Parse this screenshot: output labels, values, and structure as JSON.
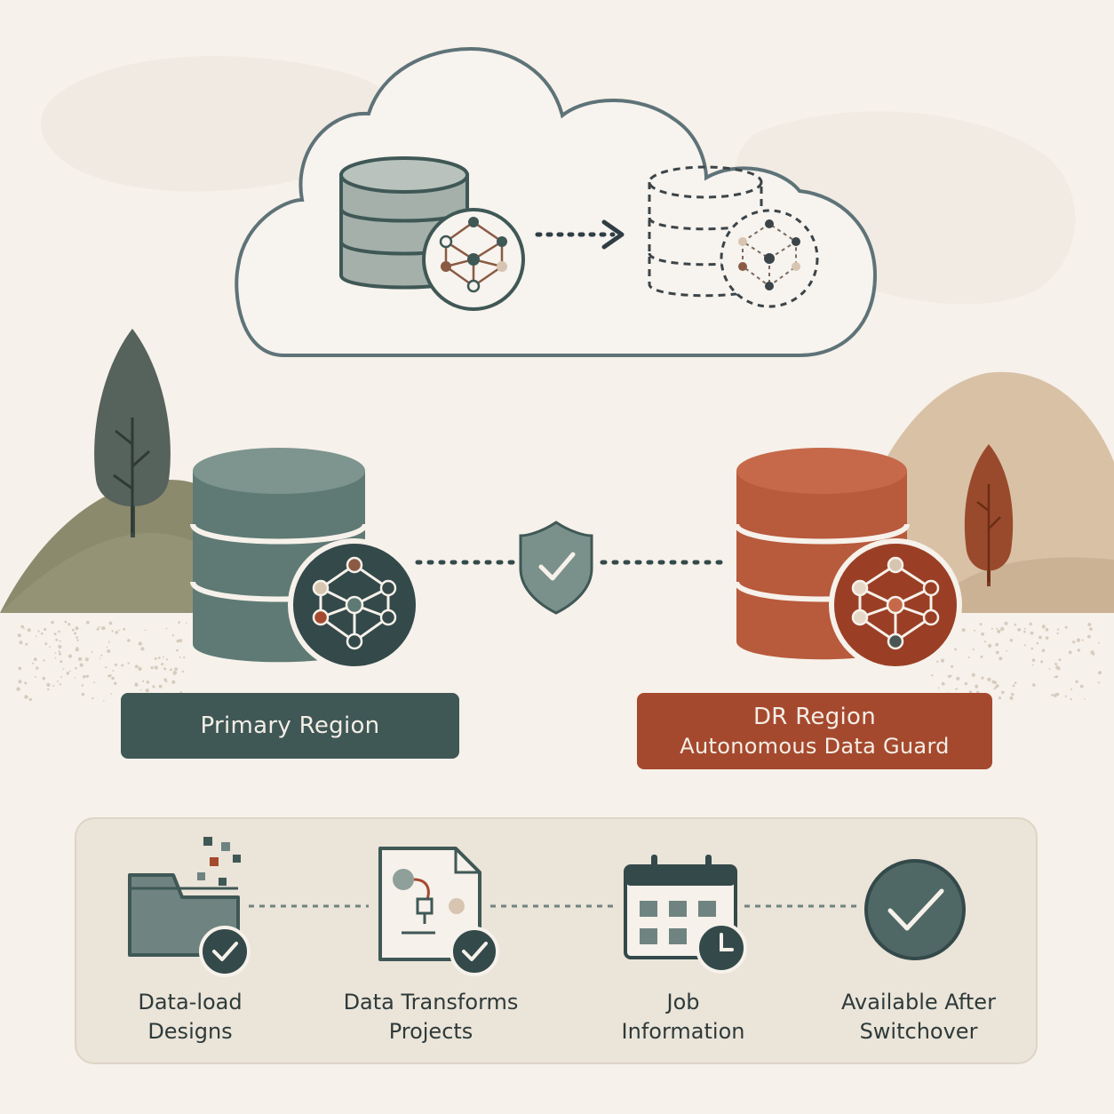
{
  "diagram": {
    "primary": {
      "label": "Primary Region"
    },
    "dr": {
      "label": "DR Region",
      "sublabel": "Autonomous Data Guard"
    },
    "status_items": [
      {
        "line1": "Data-load",
        "line2": "Designs",
        "icon": "folder-check-icon"
      },
      {
        "line1": "Data Transforms",
        "line2": "Projects",
        "icon": "document-flow-check-icon"
      },
      {
        "line1": "Job",
        "line2": "Information",
        "icon": "calendar-clock-icon"
      },
      {
        "line1": "Available After",
        "line2": "Switchover",
        "icon": "check-circle-icon"
      }
    ],
    "colors": {
      "background": "#f6f1ea",
      "primary": "#3f5856",
      "primary_db": "#5f7a74",
      "dr": "#a5492e",
      "dr_db": "#b85a3c",
      "cloud_outline": "#5e7378",
      "panel": "#ebe4d9"
    }
  }
}
